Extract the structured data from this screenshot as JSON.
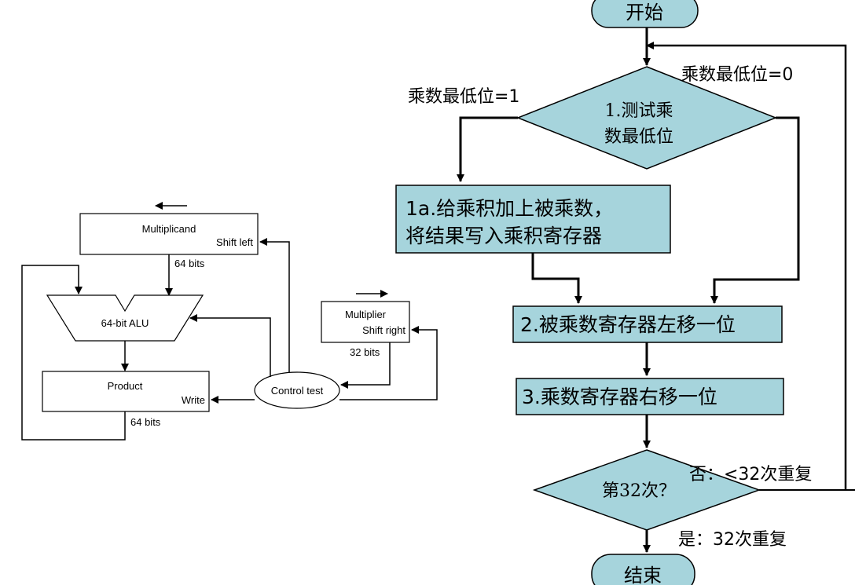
{
  "hardware": {
    "multiplicand_label": "Multiplicand",
    "multiplicand_shift": "Shift left",
    "bits_64_top": "64 bits",
    "alu_label": "64-bit ALU",
    "product_label": "Product",
    "product_write": "Write",
    "bits_64_bottom": "64 bits",
    "multiplier_label": "Multiplier",
    "multiplier_shift": "Shift right",
    "bits_32": "32 bits",
    "control_label": "Control test"
  },
  "flowchart": {
    "start": "开始",
    "test_line1": "1.测试乘",
    "test_line2": "数最低位",
    "branch_one": "乘数最低位=1",
    "branch_zero": "乘数最低位=0",
    "step1a_line1": "1a.给乘积加上被乘数，",
    "step1a_line2": "将结果写入乘积寄存器",
    "step2": "2.被乘数寄存器左移一位",
    "step3": "3.乘数寄存器右移一位",
    "decision": "第32次？",
    "no_label": "否：<32次重复",
    "yes_label": "是：32次重复",
    "end": "结束"
  },
  "colors": {
    "fill_box": "#a6d4dc",
    "stroke": "#000000"
  }
}
